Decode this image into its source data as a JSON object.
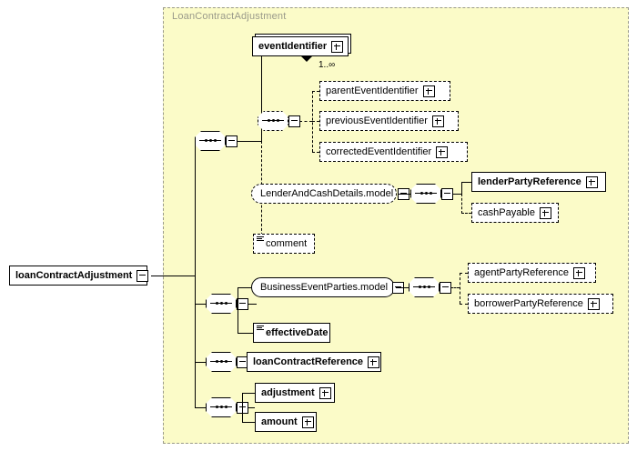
{
  "diagram": {
    "kind": "xml-schema-diagram",
    "root": {
      "name": "loanContractAdjustment",
      "toggle": "minus",
      "required": true
    },
    "panel": {
      "title": "LoanContractAdjustment",
      "background": "#fbfbc8",
      "border_color": "#9a9a8a"
    },
    "cardinality": {
      "event_identifier": "1..∞"
    },
    "nodes": {
      "event_identifier": {
        "label": "eventIdentifier",
        "toggle": "plus",
        "required": true,
        "repeating": true
      },
      "parent_event_identifier": {
        "label": "parentEventIdentifier",
        "toggle": "plus",
        "required": false
      },
      "previous_event_identifier": {
        "label": "previousEventIdentifier",
        "toggle": "plus",
        "required": false
      },
      "corrected_event_identifier": {
        "label": "correctedEventIdentifier",
        "toggle": "plus",
        "required": false
      },
      "lender_and_cash_details_model": {
        "label": "LenderAndCashDetails.model",
        "toggle": "minus",
        "required": false,
        "group": true
      },
      "lender_party_reference": {
        "label": "lenderPartyReference",
        "toggle": "plus",
        "required": true
      },
      "cash_payable": {
        "label": "cashPayable",
        "toggle": "plus",
        "required": false
      },
      "comment": {
        "label": "comment",
        "toggle": "none",
        "required": false,
        "simple_type": true
      },
      "business_event_parties_model": {
        "label": "BusinessEventParties.model",
        "toggle": "minus",
        "required": true,
        "group": true
      },
      "agent_party_reference": {
        "label": "agentPartyReference",
        "toggle": "plus",
        "required": false
      },
      "borrower_party_reference": {
        "label": "borrowerPartyReference",
        "toggle": "plus",
        "required": false
      },
      "effective_date": {
        "label": "effectiveDate",
        "toggle": "none",
        "required": true,
        "simple_type": true
      },
      "loan_contract_reference": {
        "label": "loanContractReference",
        "toggle": "plus",
        "required": true
      },
      "adjustment": {
        "label": "adjustment",
        "toggle": "plus",
        "required": true
      },
      "amount": {
        "label": "amount",
        "toggle": "plus",
        "required": true
      }
    },
    "compositors": {
      "seq_main": {
        "type": "sequence",
        "toggle": "minus",
        "required": true
      },
      "seq_event_ids": {
        "type": "sequence",
        "toggle": "minus",
        "required": false
      },
      "seq_lender_cash": {
        "type": "sequence",
        "toggle": "minus",
        "required": false
      },
      "seq_parties": {
        "type": "sequence",
        "toggle": "minus",
        "required": true
      },
      "seq_business": {
        "type": "sequence",
        "toggle": "minus",
        "required": true
      },
      "seq_loan_contract": {
        "type": "sequence",
        "toggle": "minus",
        "required": true
      },
      "seq_adjustment": {
        "type": "sequence",
        "toggle": "minus",
        "required": true
      }
    }
  }
}
